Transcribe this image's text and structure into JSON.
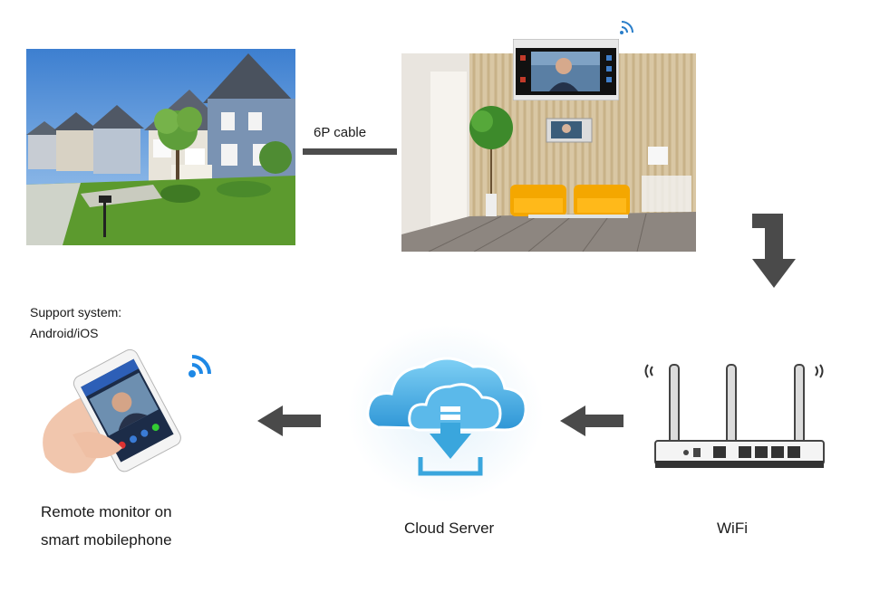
{
  "labels": {
    "cable": "6P cable",
    "support_line1": "Support system:",
    "support_line2": "Android/iOS",
    "mobile_line1": "Remote monitor on",
    "mobile_line2": "smart mobilephone",
    "cloud": "Cloud Server",
    "wifi": "WiFi"
  },
  "colors": {
    "arrow": "#4a4a4a",
    "cloud_blue": "#3aa6dd",
    "wifi_blue": "#1e88e5"
  }
}
